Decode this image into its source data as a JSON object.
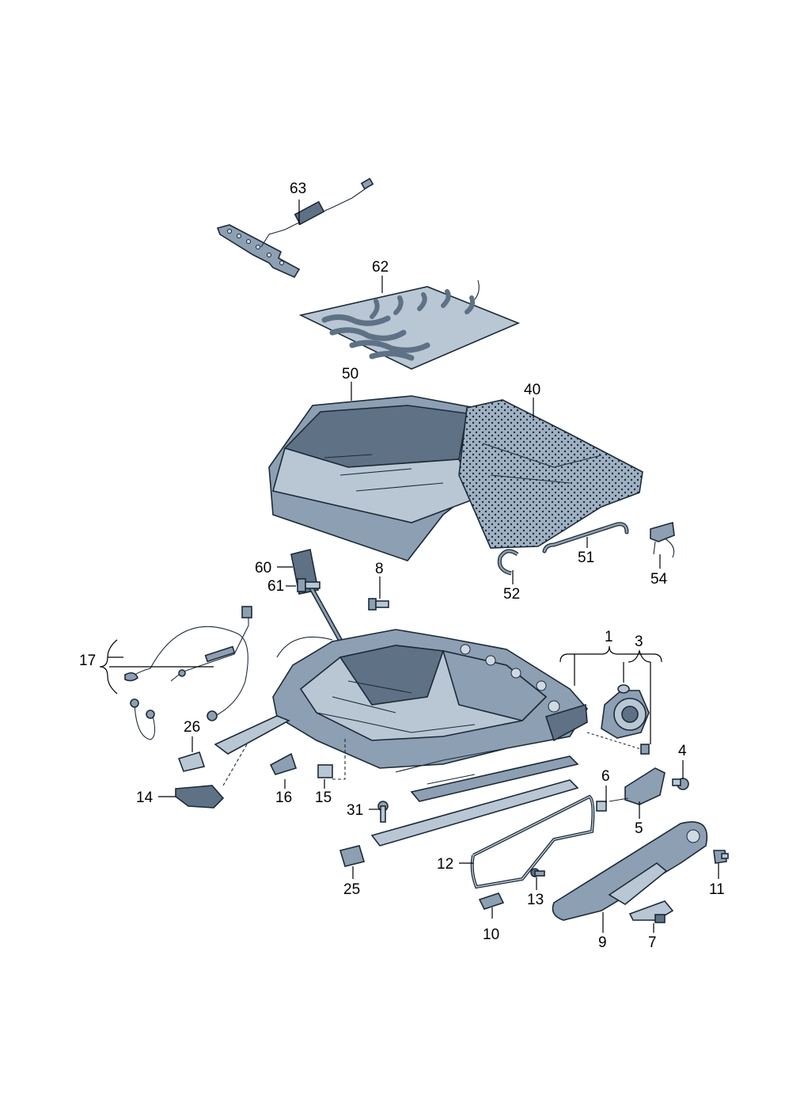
{
  "colors": {
    "part_fill": "#8d9fb2",
    "part_light": "#b9c7d5",
    "part_dark": "#5e7185",
    "outline": "#1c2a38",
    "background": "#ffffff"
  },
  "callouts": {
    "c63": "63",
    "c62": "62",
    "c50": "50",
    "c40": "40",
    "c60": "60",
    "c8": "8",
    "c1": "1",
    "c61": "61",
    "c51": "51",
    "c54": "54",
    "c52": "52",
    "c17": "17",
    "c3": "3",
    "c26": "26",
    "c4": "4",
    "c14": "14",
    "c16": "16",
    "c15": "15",
    "c6": "6",
    "c31": "31",
    "c5": "5",
    "c12": "12",
    "c25": "25",
    "c13": "13",
    "c11": "11",
    "c10": "10",
    "c9": "9",
    "c7": "7"
  }
}
